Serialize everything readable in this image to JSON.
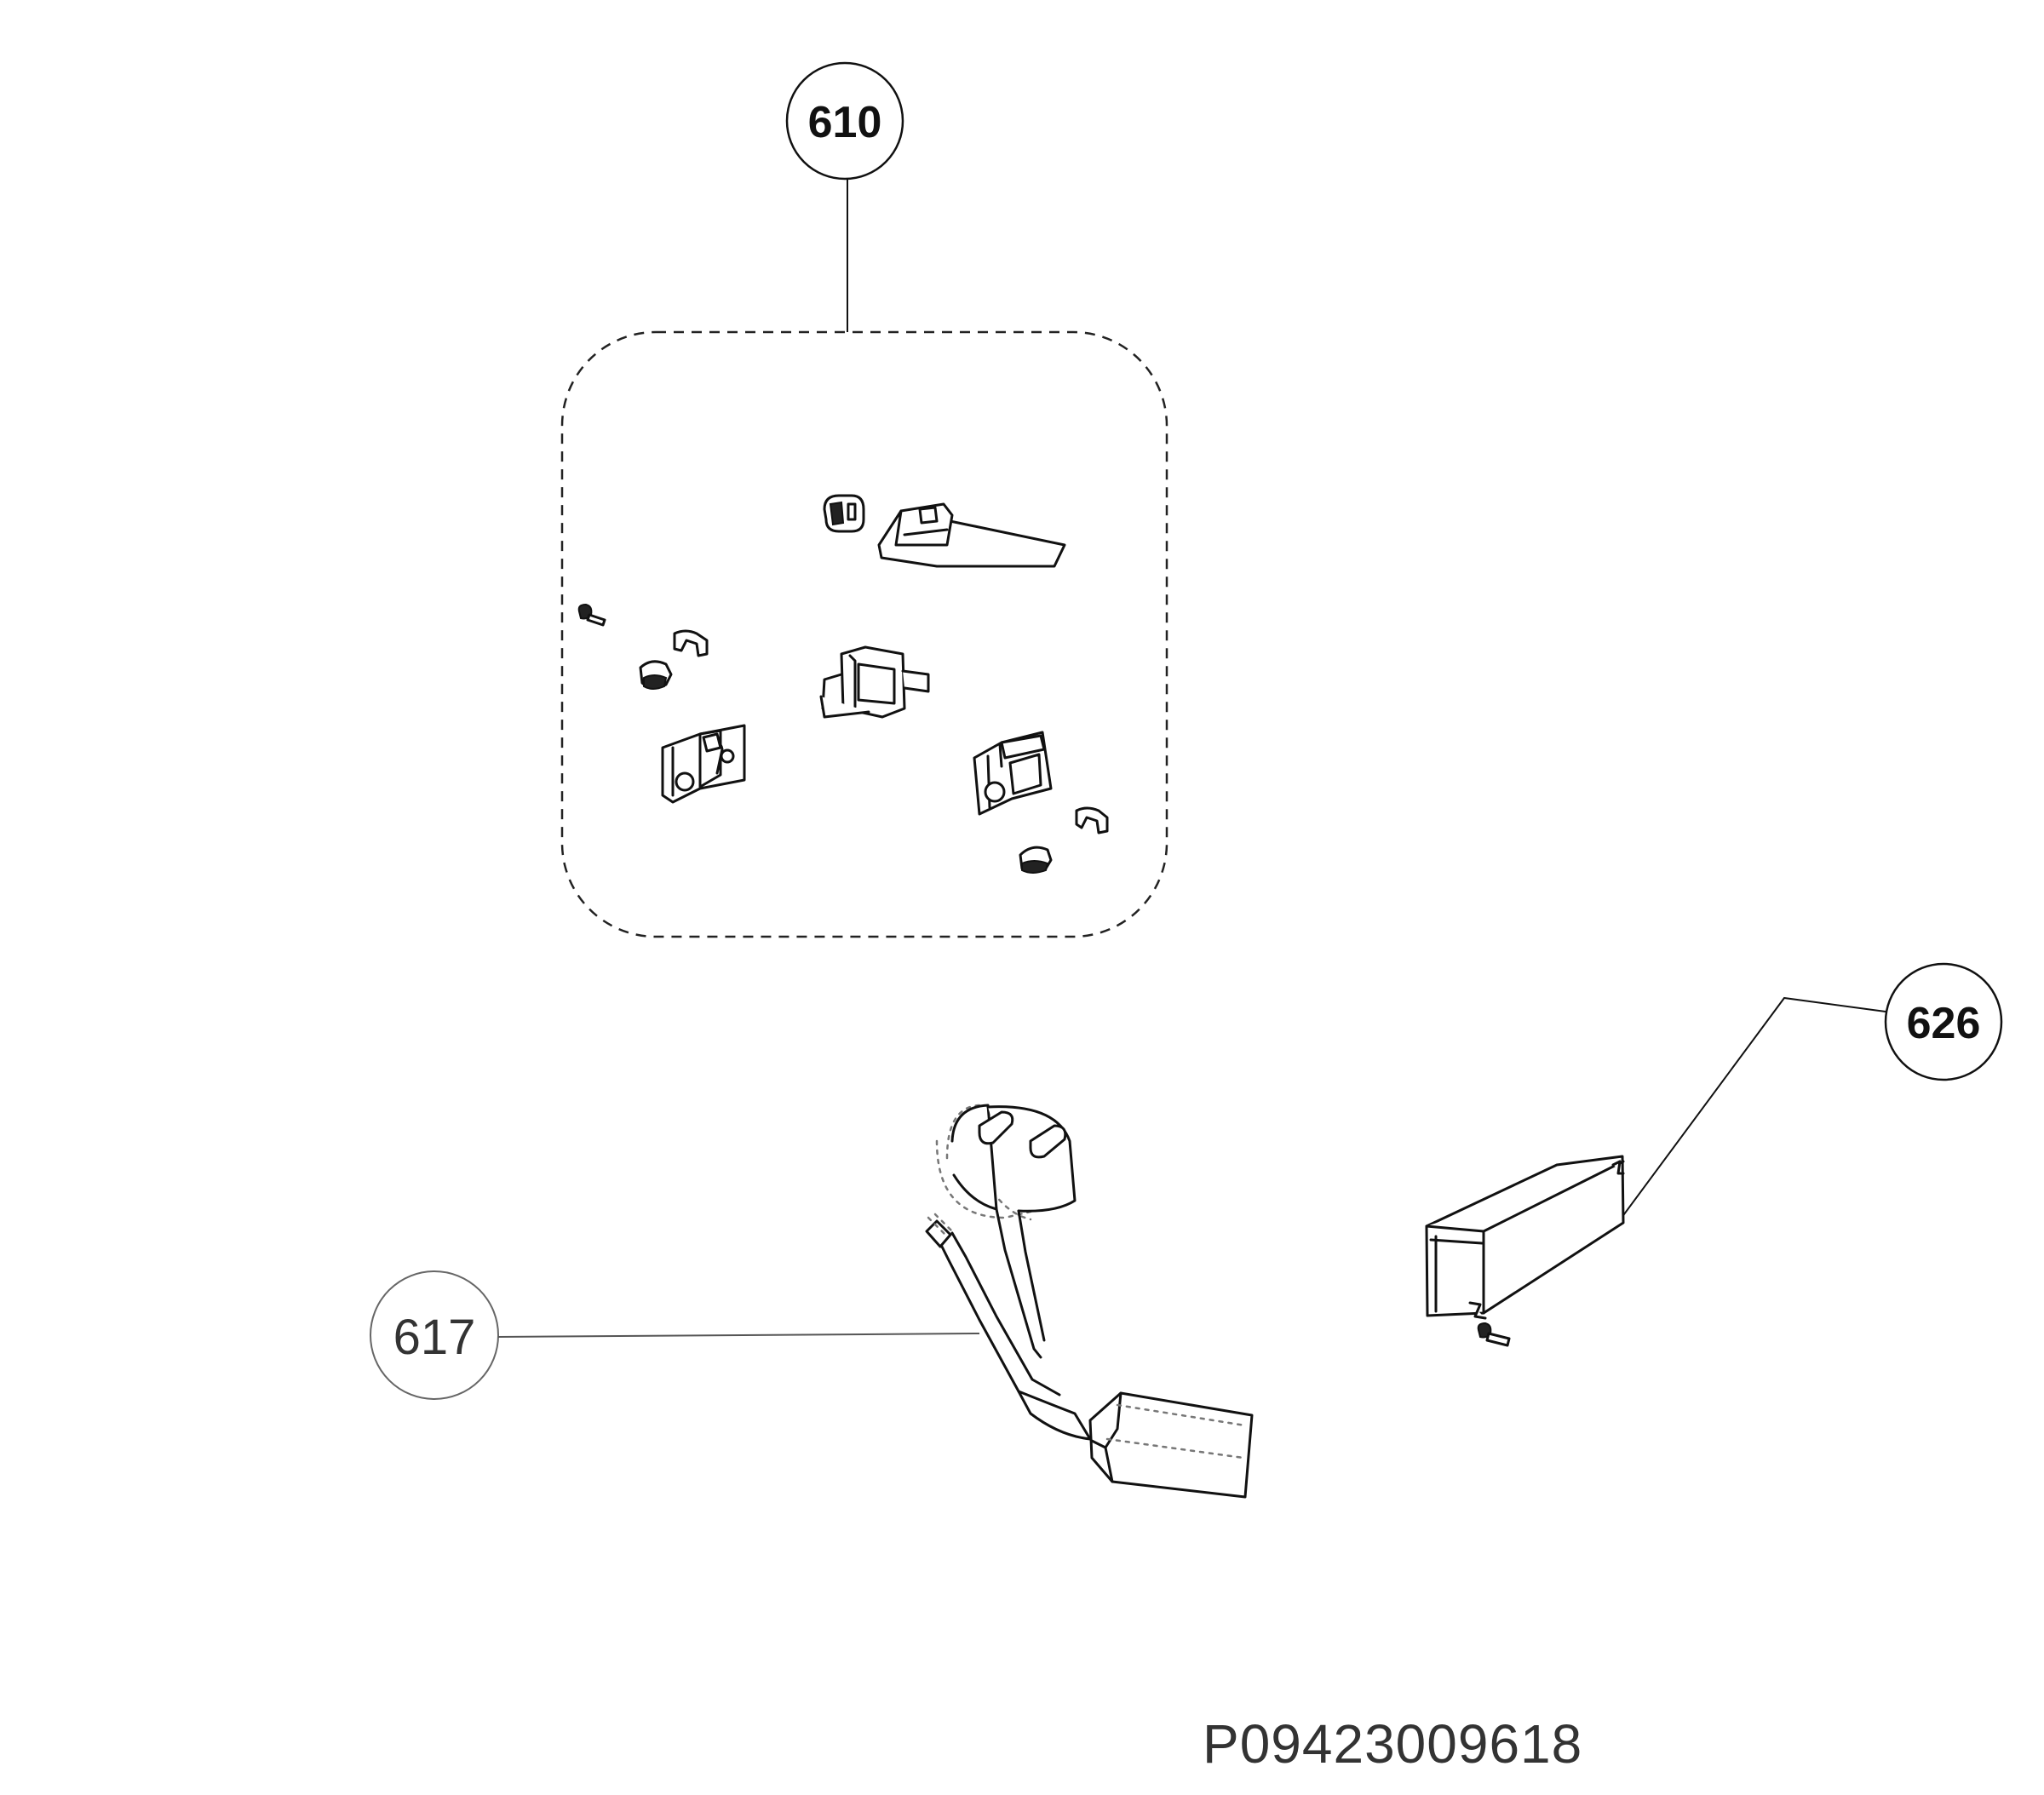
{
  "callouts": {
    "kit": "610",
    "power_cord": "617",
    "module_box": "626"
  },
  "drawing_code": "P09423009618"
}
